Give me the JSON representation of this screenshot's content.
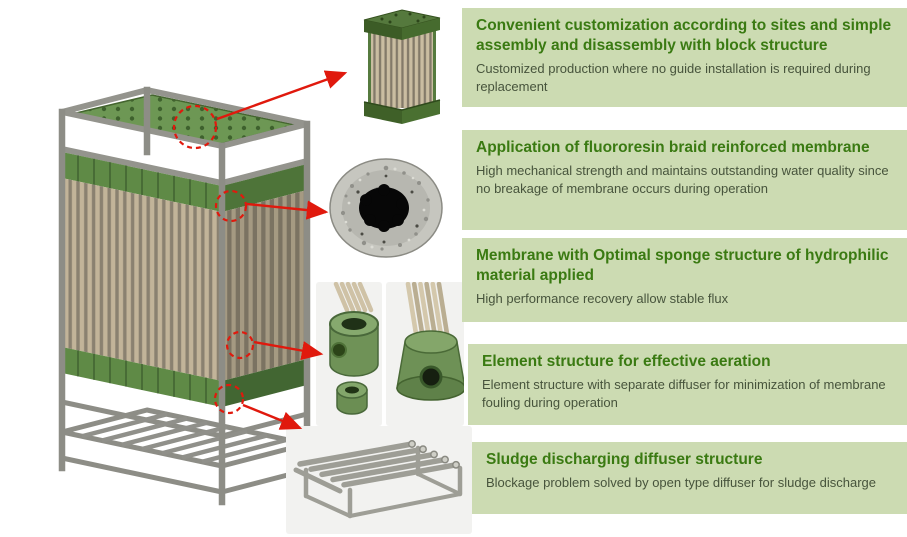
{
  "colors": {
    "panel_bg": "#ccdbb2",
    "title_green": "#3a7a12",
    "body_text": "#47543c",
    "callout_red": "#e0190d",
    "frame_gray": "#8d8d86",
    "membrane_tan": "#c2b499",
    "cap_green": "#5f8a46"
  },
  "illustrations": {
    "module": "membrane-module-3d-render",
    "details": [
      "membrane-block-detail",
      "membrane-cross-section-detail",
      "element-structure-detail",
      "diffuser-structure-detail"
    ]
  },
  "features": [
    {
      "title": "Convenient customization according to sites and simple assembly and disassembly with block structure",
      "description": "Customized production where no guide installation is required during replacement"
    },
    {
      "title": "Application of fluororesin braid reinforced membrane",
      "description": "High mechanical strength and maintains outstanding water quality since no breakage of membrane occurs during operation"
    },
    {
      "title": "Membrane with Optimal sponge structure of hydrophilic material applied",
      "description": "High performance recovery allow stable flux"
    },
    {
      "title": "Element structure for effective aeration",
      "description": "Element structure with separate diffuser for minimization of membrane fouling during operation"
    },
    {
      "title": "Sludge discharging diffuser structure",
      "description": "Blockage problem solved by open type diffuser for sludge discharge"
    }
  ]
}
